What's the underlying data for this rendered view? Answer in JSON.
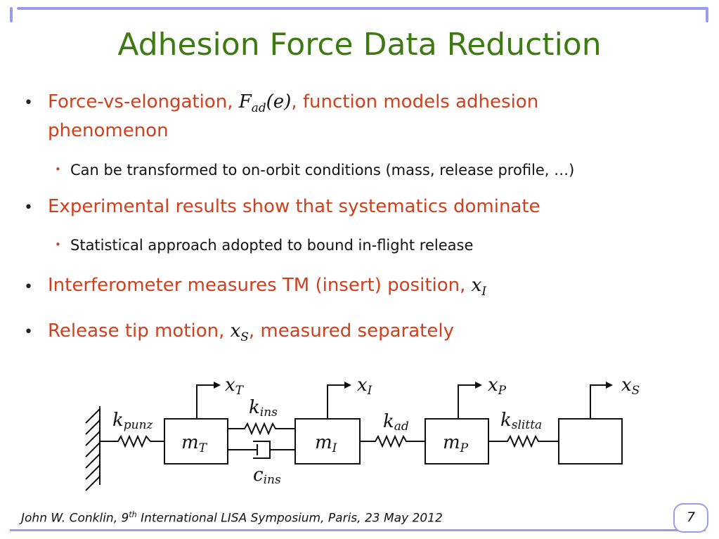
{
  "title": "Adhesion Force Data Reduction",
  "bullets": [
    {
      "pre": "Force-vs-elongation, ",
      "math_main": "F",
      "math_sub": "ad",
      "math_tail": "(e)",
      "post": ", function models adhesion",
      "line2": "phenomenon",
      "sub": "Can be transformed to on-orbit conditions (mass, release profile, …)"
    },
    {
      "text": "Experimental results show that systematics dominate",
      "sub": "Statistical approach adopted to bound in-flight release"
    },
    {
      "text": "Interferometer measures TM (insert) position, ",
      "math_main": "x",
      "math_sub": "I"
    },
    {
      "pre": "Release tip motion, ",
      "math_main": "x",
      "math_sub": "S",
      "post": ",  measured separately"
    }
  ],
  "diagram": {
    "outputs": [
      {
        "main": "x",
        "sub": "T"
      },
      {
        "main": "x",
        "sub": "I"
      },
      {
        "main": "x",
        "sub": "P"
      },
      {
        "main": "x",
        "sub": "S"
      }
    ],
    "masses": [
      {
        "main": "m",
        "sub": "T"
      },
      {
        "main": "m",
        "sub": "I"
      },
      {
        "main": "m",
        "sub": "P"
      }
    ],
    "springs": [
      {
        "main": "k",
        "sub": "punz"
      },
      {
        "main": "k",
        "sub": "ins"
      },
      {
        "main": "k",
        "sub": "ad"
      },
      {
        "main": "k",
        "sub": "slitta"
      }
    ],
    "damper": {
      "main": "c",
      "sub": "ins"
    }
  },
  "footer": {
    "pre": "John W. Conklin, 9",
    "sup": "th",
    "post": " International LISA Symposium, Paris, 23 May 2012"
  },
  "page_number": "7",
  "colors": {
    "title": "#3e7a12",
    "bullet_l1": "#d0401c",
    "frame": "#9a9cf0"
  }
}
